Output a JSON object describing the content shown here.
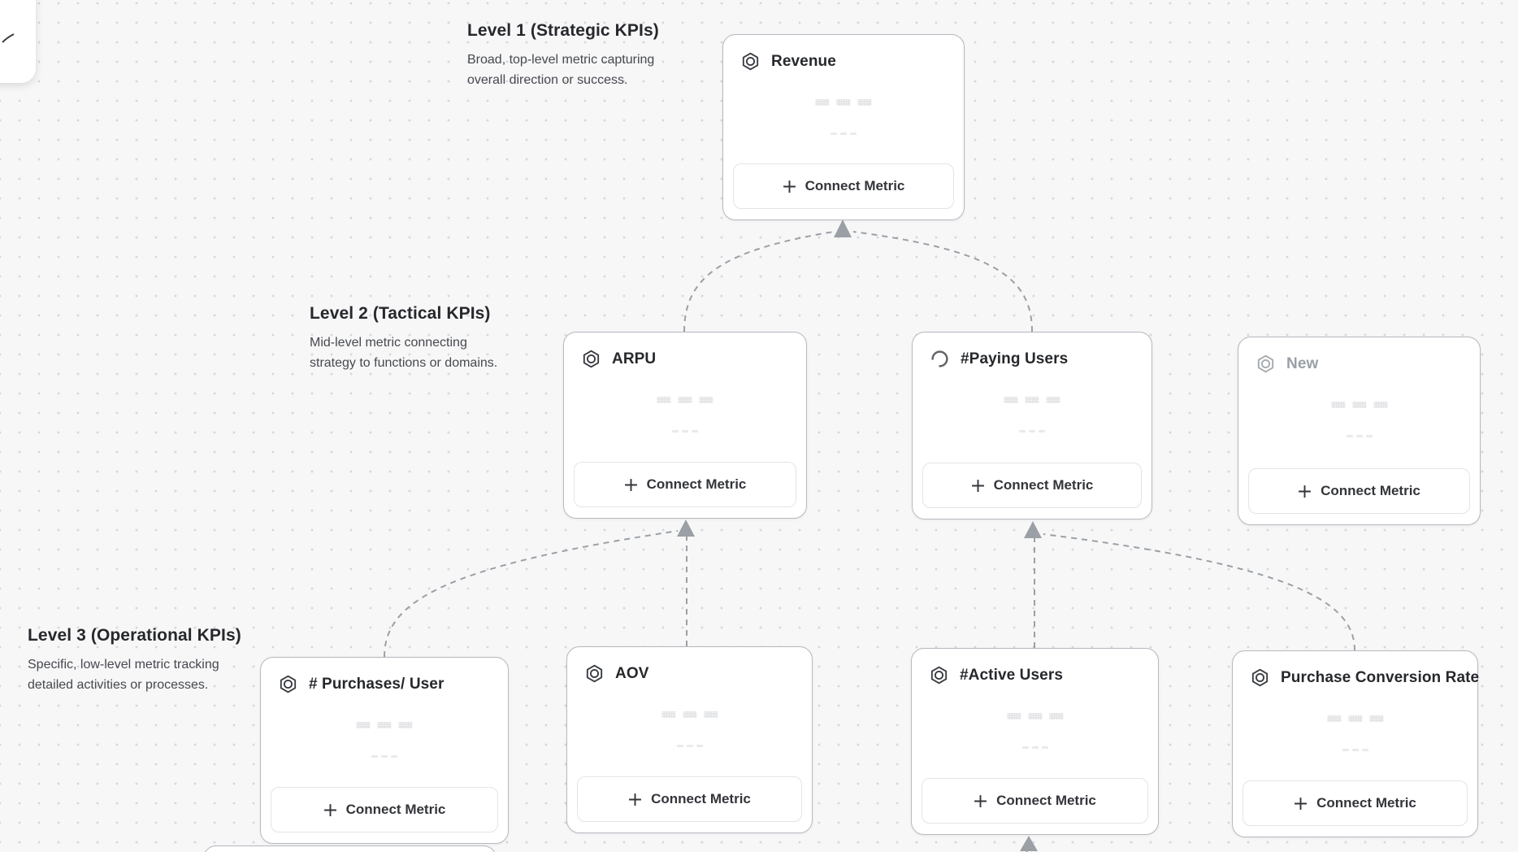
{
  "canvas": {
    "type": "kpi-metric-tree"
  },
  "labels": {
    "connect_metric": "Connect Metric"
  },
  "levels": [
    {
      "title": "Level 1 (Strategic KPIs)",
      "description_line1": "Broad, top-level metric capturing",
      "description_line2": "overall direction or success."
    },
    {
      "title": "Level 2 (Tactical KPIs)",
      "description_line1": "Mid-level metric connecting",
      "description_line2": "strategy to functions or domains."
    },
    {
      "title": "Level 3 (Operational KPIs)",
      "description_line1": "Specific, low-level metric tracking",
      "description_line2": "detailed activities or processes."
    }
  ],
  "cards": [
    {
      "id": "revenue",
      "level": 1,
      "title": "Revenue",
      "icon": "metric-hexagon-icon",
      "state": "default"
    },
    {
      "id": "arpu",
      "level": 2,
      "title": "ARPU",
      "icon": "metric-hexagon-icon",
      "state": "default"
    },
    {
      "id": "paying-users",
      "level": 2,
      "title": "#Paying Users",
      "icon": "loading-spinner-icon",
      "state": "loading"
    },
    {
      "id": "new",
      "level": 2,
      "title": "New",
      "icon": "metric-hexagon-icon",
      "state": "placeholder"
    },
    {
      "id": "purchases-per-user",
      "level": 3,
      "title": "# Purchases/ User",
      "icon": "metric-hexagon-icon",
      "state": "default"
    },
    {
      "id": "aov",
      "level": 3,
      "title": "AOV",
      "icon": "metric-hexagon-icon",
      "state": "default"
    },
    {
      "id": "active-users",
      "level": 3,
      "title": "#Active Users",
      "icon": "metric-hexagon-icon",
      "state": "default"
    },
    {
      "id": "purchase-conversion-rate",
      "level": 3,
      "title": "Purchase Conversion Rate",
      "icon": "metric-hexagon-icon",
      "state": "default"
    }
  ],
  "connections": [
    {
      "from": "arpu",
      "to": "revenue",
      "style": "dashed-arrow"
    },
    {
      "from": "paying-users",
      "to": "revenue",
      "style": "dashed-arrow"
    },
    {
      "from": "purchases-per-user",
      "to": "arpu",
      "style": "dashed-arrow"
    },
    {
      "from": "aov",
      "to": "arpu",
      "style": "dashed-arrow"
    },
    {
      "from": "active-users",
      "to": "paying-users",
      "style": "dashed-arrow"
    },
    {
      "from": "purchase-conversion-rate",
      "to": "paying-users",
      "style": "dashed-arrow"
    },
    {
      "from": "offscreen-below",
      "to": "active-users",
      "style": "dashed-arrow"
    }
  ],
  "colors": {
    "background": "#f7f7f8",
    "dot_grid": "#d7d8da",
    "card_background": "#ffffff",
    "card_border": "#b6b9be",
    "title_text": "#26282c",
    "muted_title_text": "#9aa0a6",
    "description_text": "#46494e",
    "connector": "#9aa0a6",
    "skeleton": "#e2e3e5",
    "button_border": "#e3e4e6"
  }
}
